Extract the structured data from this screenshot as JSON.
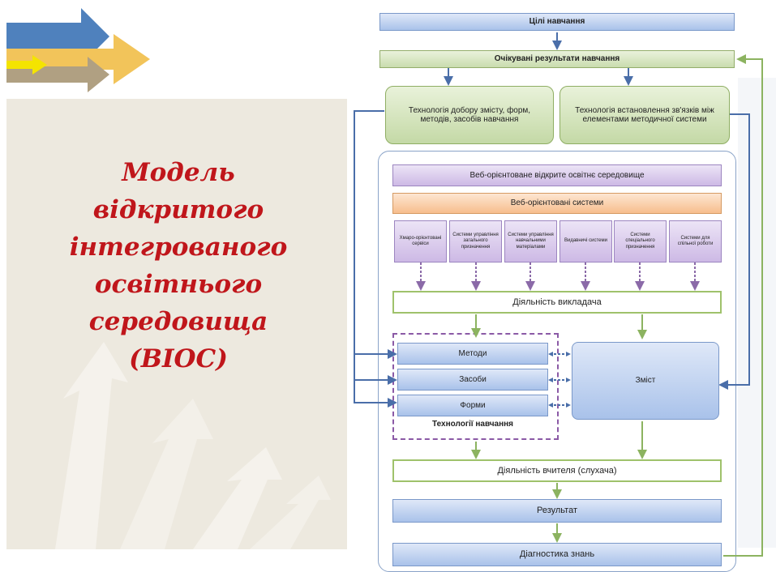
{
  "slide": {
    "title_lines": [
      "Модель",
      "відкритого",
      "інтегрованого",
      "освітнього",
      "середовища",
      "(ВІОС)"
    ]
  },
  "diagram": {
    "goals": "Цілі навчання",
    "expected_results": "Очікувані результати навчання",
    "tech_selection": "Технологія добору змісту, форм, методів, засобів навчання",
    "tech_links": "Технологія встановлення зв'язків між елементами методичної системи",
    "web_open_env": "Веб-орієнтоване відкрите освітнє середовище",
    "web_systems": "Веб-орієнтовані системи",
    "subsystems": [
      "Хмаро-орієнтовані сервіси",
      "Системи управління загального призначення",
      "Системи управління навчальними матеріалами",
      "Видавничі системи",
      "Системи спеціального призначення",
      "Системи для спільної роботи"
    ],
    "teacher_activity": "Діяльність викладача",
    "methods": "Методи",
    "tools": "Засоби",
    "forms": "Форми",
    "learning_tech": "Технології навчання",
    "content": "Зміст",
    "learner_activity": "Діяльність вчителя (слухача)",
    "result": "Результат",
    "diagnostics": "Діагностика знань"
  }
}
